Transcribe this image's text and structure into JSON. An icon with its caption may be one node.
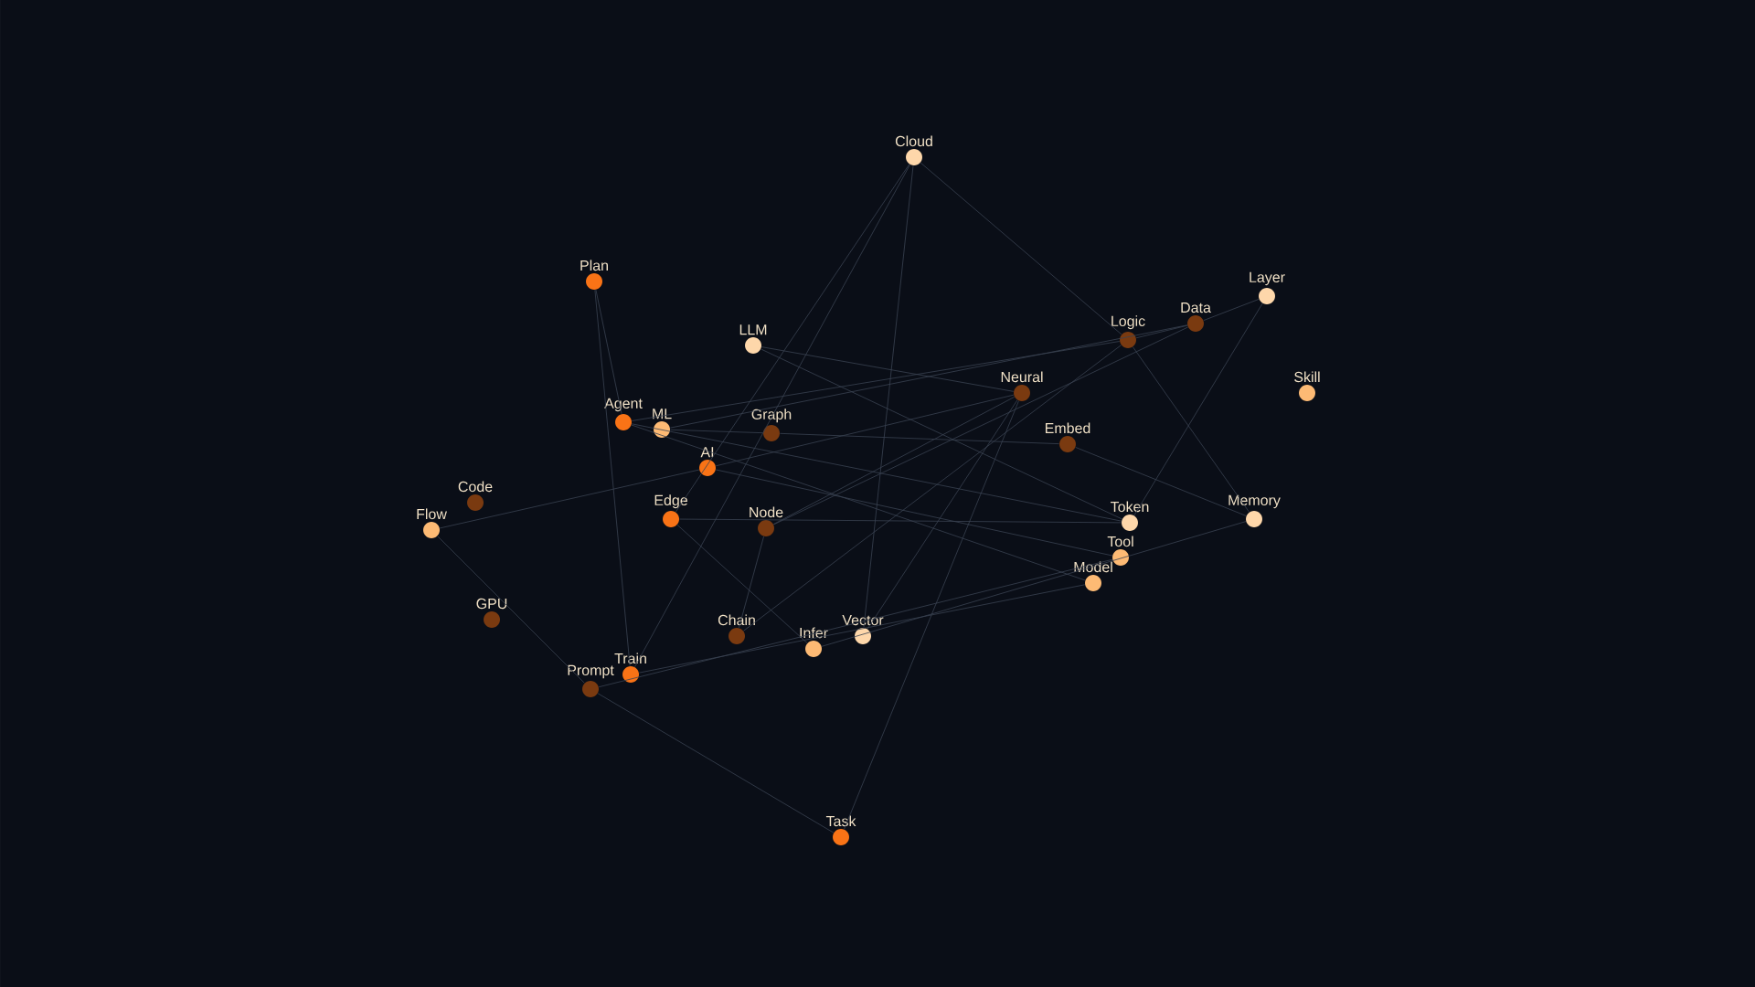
{
  "diagram": {
    "nodes": [
      {
        "text": [
          "Cloud"
        ]
      },
      {
        "text": [
          "Plan"
        ]
      },
      {
        "text": [
          "LLM"
        ]
      },
      {
        "text": [
          "Logic"
        ]
      },
      {
        "text": [
          "Data"
        ]
      },
      {
        "text": [
          "Layer"
        ]
      },
      {
        "text": [
          "Skill"
        ]
      },
      {
        "text": [
          "Neural"
        ]
      },
      {
        "text": [
          "Agent"
        ]
      },
      {
        "text": [
          "ML"
        ]
      },
      {
        "text": [
          "Graph"
        ]
      },
      {
        "text": [
          "Embed"
        ]
      },
      {
        "text": [
          "AI"
        ]
      },
      {
        "text": [
          "Code"
        ]
      },
      {
        "text": [
          "Flow"
        ]
      },
      {
        "text": [
          "Edge"
        ]
      },
      {
        "text": [
          "Node"
        ]
      },
      {
        "text": [
          "Token"
        ]
      },
      {
        "text": [
          "Memory"
        ]
      },
      {
        "text": [
          "Tool"
        ]
      },
      {
        "text": [
          "Model"
        ]
      },
      {
        "text": [
          "GPU"
        ]
      },
      {
        "text": [
          "Chain"
        ]
      },
      {
        "text": [
          "Vector"
        ]
      },
      {
        "text": [
          "Infer"
        ]
      },
      {
        "text": [
          "Train"
        ]
      },
      {
        "text": [
          "Prompt"
        ]
      },
      {
        "text": [
          "Task"
        ]
      }
    ],
    "edges": [
      {
        "from": 0,
        "to": 3,
        "arrow": "none"
      },
      {
        "from": 0,
        "to": 23,
        "arrow": "none"
      },
      {
        "from": 0,
        "to": 25,
        "arrow": "none"
      },
      {
        "from": 0,
        "to": 15,
        "arrow": "none"
      },
      {
        "from": 1,
        "to": 8,
        "arrow": "none"
      },
      {
        "from": 1,
        "to": 25,
        "arrow": "none"
      },
      {
        "from": 5,
        "to": 4,
        "arrow": "none"
      },
      {
        "from": 5,
        "to": 17,
        "arrow": "none"
      },
      {
        "from": 4,
        "to": 3,
        "arrow": "none"
      },
      {
        "from": 4,
        "to": 9,
        "arrow": "none"
      },
      {
        "from": 4,
        "to": 16,
        "arrow": "none"
      },
      {
        "from": 3,
        "to": 8,
        "arrow": "none"
      },
      {
        "from": 3,
        "to": 18,
        "arrow": "none"
      },
      {
        "from": 3,
        "to": 22,
        "arrow": "none"
      },
      {
        "from": 2,
        "to": 17,
        "arrow": "none"
      },
      {
        "from": 2,
        "to": 7,
        "arrow": "none"
      },
      {
        "from": 7,
        "to": 12,
        "arrow": "none"
      },
      {
        "from": 7,
        "to": 23,
        "arrow": "none"
      },
      {
        "from": 7,
        "to": 27,
        "arrow": "none"
      },
      {
        "from": 11,
        "to": 18,
        "arrow": "none"
      },
      {
        "from": 11,
        "to": 10,
        "arrow": "none"
      },
      {
        "from": 8,
        "to": 17,
        "arrow": "none"
      },
      {
        "from": 8,
        "to": 20,
        "arrow": "none"
      },
      {
        "from": 9,
        "to": 10,
        "arrow": "none"
      },
      {
        "from": 12,
        "to": 19,
        "arrow": "none"
      },
      {
        "from": 14,
        "to": 12,
        "arrow": "none"
      },
      {
        "from": 14,
        "to": 26,
        "arrow": "none"
      },
      {
        "from": 26,
        "to": 27,
        "arrow": "none"
      },
      {
        "from": 25,
        "to": 20,
        "arrow": "none"
      },
      {
        "from": 26,
        "to": 19,
        "arrow": "none"
      },
      {
        "from": 24,
        "to": 18,
        "arrow": "none"
      },
      {
        "from": 15,
        "to": 24,
        "arrow": "none"
      },
      {
        "from": 15,
        "to": 17,
        "arrow": "none"
      },
      {
        "from": 16,
        "to": 22,
        "arrow": "none"
      },
      {
        "from": 16,
        "to": 7,
        "arrow": "none"
      }
    ]
  }
}
